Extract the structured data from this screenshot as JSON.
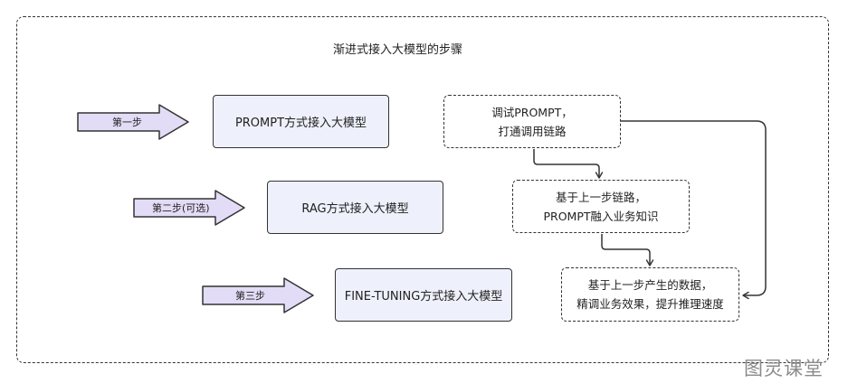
{
  "title": "渐进式接入大模型的步骤",
  "steps": [
    {
      "arrow_label": "第一步",
      "box_label": "PROMPT方式接入大模型"
    },
    {
      "arrow_label": "第二步(可选)",
      "box_label": "RAG方式接入大模型"
    },
    {
      "arrow_label": "第三步",
      "box_label": "FINE-TUNING方式接入大模型"
    }
  ],
  "notes": [
    {
      "line1": "调试PROMPT，",
      "line2": "打通调用链路"
    },
    {
      "line1": "基于上一步链路，",
      "line2": "PROMPT融入业务知识"
    },
    {
      "line1": "基于上一步产生的数据，",
      "line2": "精调业务效果，提升推理速度"
    }
  ],
  "watermark": "图灵课堂",
  "colors": {
    "stage_fill": "#eef0fb",
    "arrow_fill": "#e3dcf6",
    "stroke": "#333333"
  }
}
